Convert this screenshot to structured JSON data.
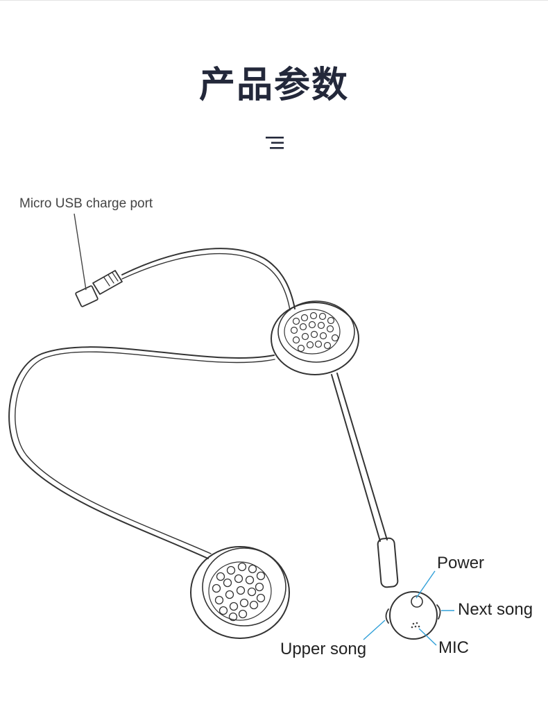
{
  "title": "产品参数",
  "icons": {
    "menu": "menu-lines-icon"
  },
  "callouts": {
    "usb_port": "Micro USB charge port",
    "power": "Power",
    "next_song": "Next song",
    "mic": "MIC",
    "upper_song": "Upper song"
  },
  "colors": {
    "title": "#23283a",
    "line": "#333333",
    "pointer": "#2f9fd8"
  }
}
